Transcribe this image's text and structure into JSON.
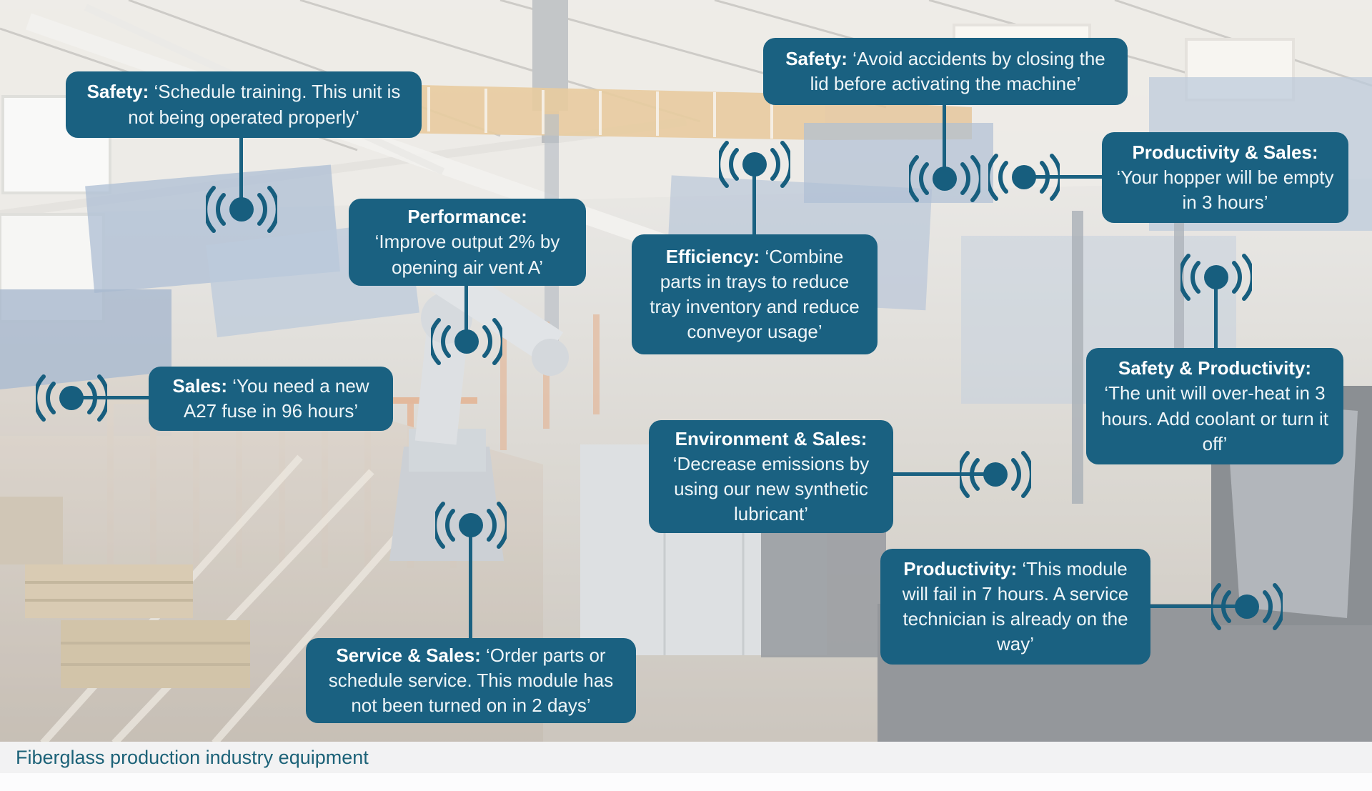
{
  "page": {
    "caption": "Fiberglass production industry equipment"
  },
  "colors": {
    "callout_background": "#1a6181",
    "callout_text": "#eef5f8",
    "beacon": "#175e7e",
    "caption_text": "#1c6278"
  },
  "icons": {
    "beacon": "signal-beacon-icon"
  },
  "callouts": [
    {
      "id": "safety-training",
      "label": "Safety:",
      "message": "‘Schedule training. This unit is not being operated properly’"
    },
    {
      "id": "safety-lid",
      "label": "Safety:",
      "message": "‘Avoid accidents by closing the lid before activating the machine’"
    },
    {
      "id": "productivity-sales",
      "label": "Productivity & Sales:",
      "message": "‘Your hopper will be empty in 3 hours’"
    },
    {
      "id": "performance",
      "label": "Performance:",
      "message": "‘Improve output 2% by opening air vent A’"
    },
    {
      "id": "efficiency",
      "label": "Efficiency:",
      "message": "‘Combine parts in trays to reduce tray inventory and reduce conveyor usage’"
    },
    {
      "id": "sales",
      "label": "Sales:",
      "message": "‘You need a new A27 fuse in 96 hours’"
    },
    {
      "id": "safety-productivity",
      "label": "Safety & Productivity:",
      "message": "‘The unit will over-heat in 3 hours. Add coolant or turn it off’"
    },
    {
      "id": "environment-sales",
      "label": "Environment & Sales:",
      "message": "‘Decrease emissions by using our new synthetic lubricant’"
    },
    {
      "id": "productivity",
      "label": "Productivity:",
      "message": "‘This module will fail in 7 hours. A service technician is already on the way’"
    },
    {
      "id": "service-sales",
      "label": "Service & Sales:",
      "message": "‘Order parts or schedule service. This module has not been turned on in 2 days’"
    }
  ]
}
